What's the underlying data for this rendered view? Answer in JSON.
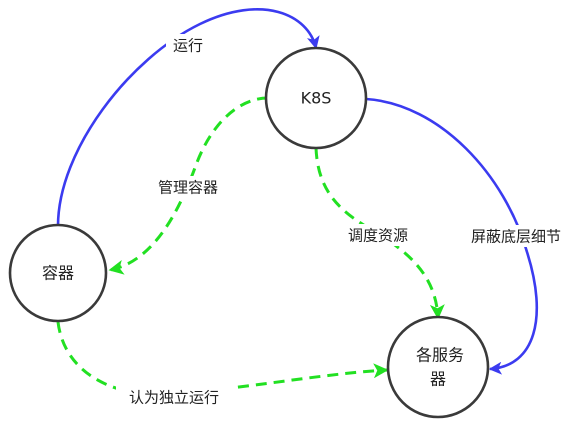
{
  "colors": {
    "solid_edge": "#3b3bf0",
    "dashed_edge": "#22e022",
    "node_stroke": "#3a3a3a",
    "background": "#ffffff"
  },
  "nodes": {
    "k8s": {
      "label": "K8S"
    },
    "container": {
      "label": "容器"
    },
    "services": {
      "label_line1": "各服务",
      "label_line2": "器"
    }
  },
  "edges": {
    "run": {
      "label": "运行",
      "style": "solid"
    },
    "manage_containers": {
      "label": "管理容器",
      "style": "dashed"
    },
    "schedule_resources": {
      "label": "调度资源",
      "style": "dashed"
    },
    "shield_details": {
      "label": "屏蔽底层细节",
      "style": "solid"
    },
    "run_independently": {
      "label": "认为独立运行",
      "style": "dashed"
    }
  }
}
